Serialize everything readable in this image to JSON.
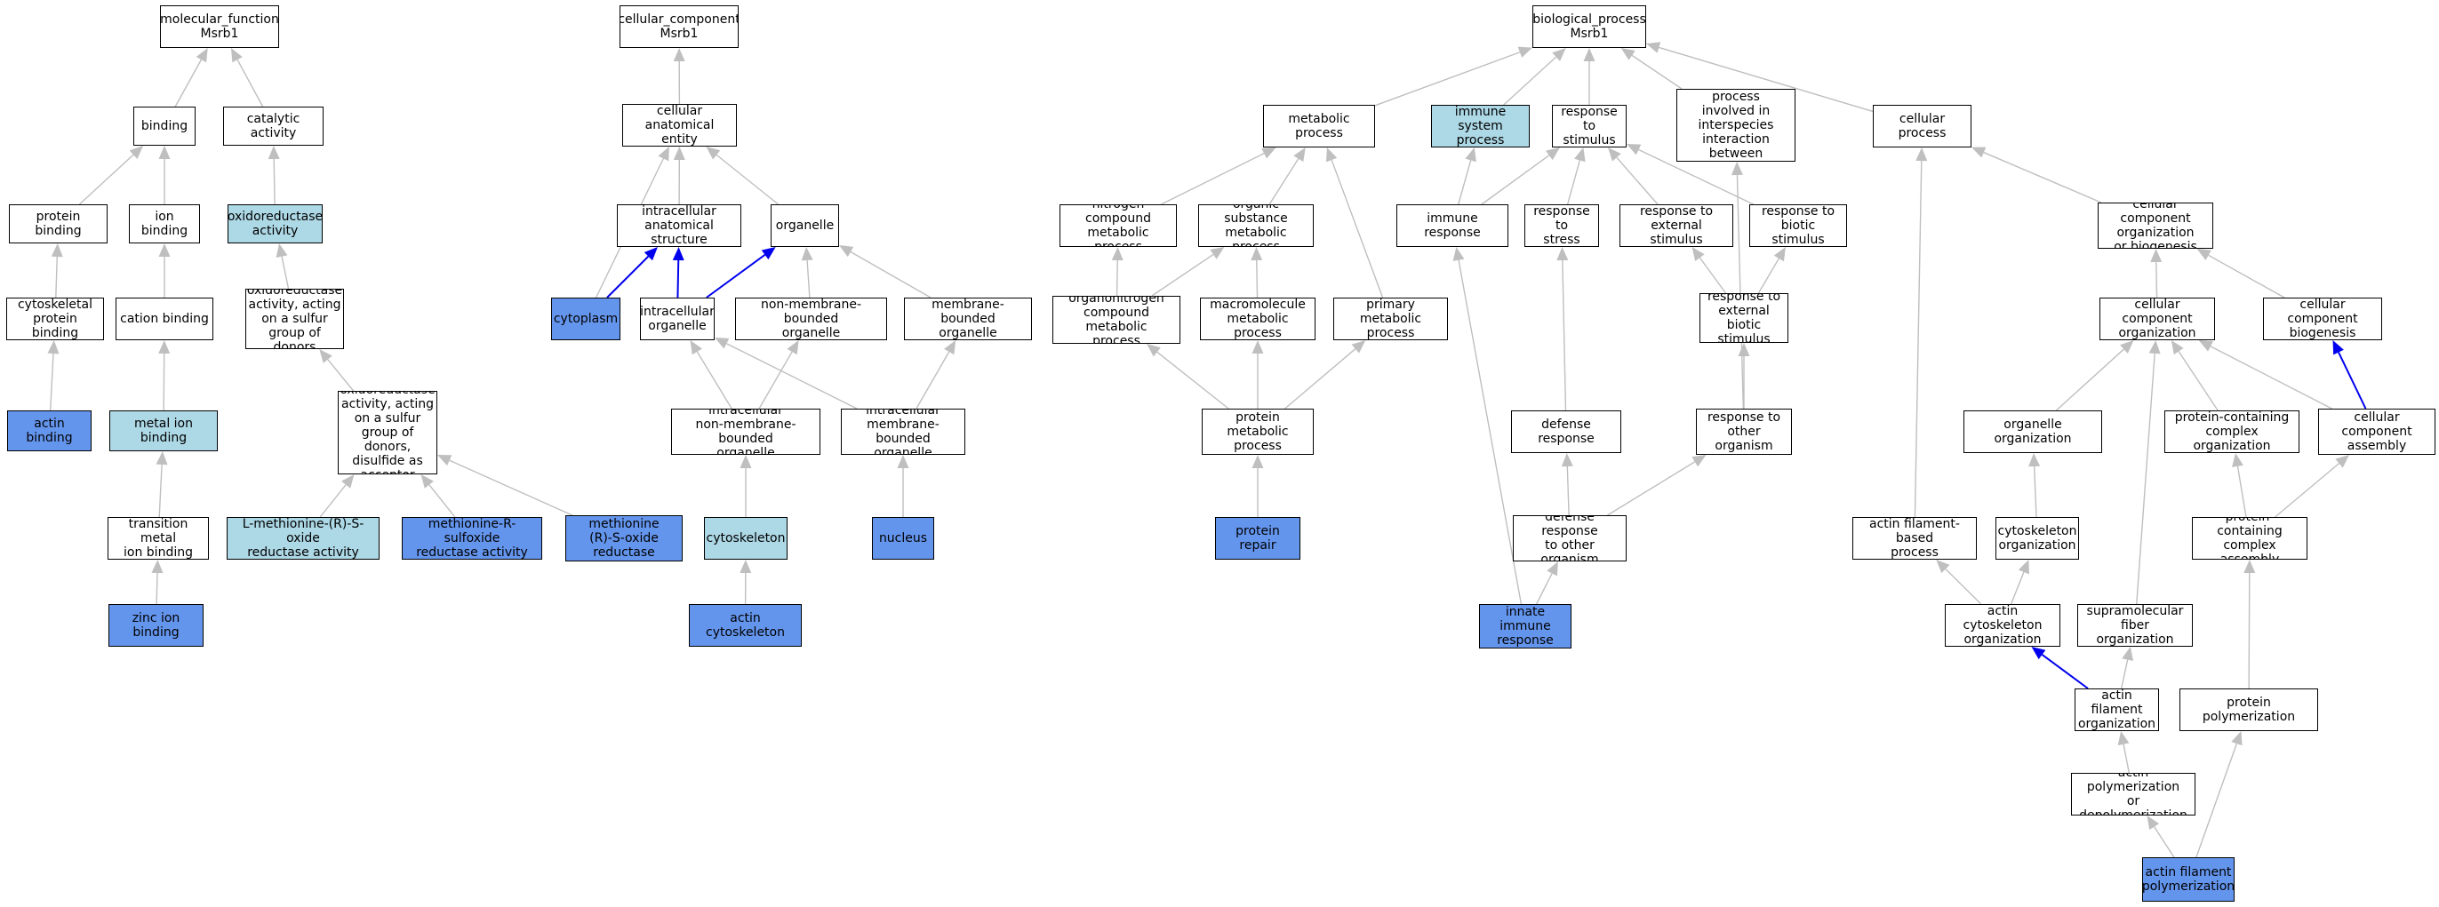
{
  "colors": {
    "white": "#ffffff",
    "light": "#add8e6",
    "blue": "#6495ed",
    "edge_gray": "#bfbfbf",
    "edge_blue": "#0000ee"
  },
  "nodes": {
    "mf_root": {
      "label": "molecular_function\nMsrb1",
      "fill": "white"
    },
    "binding": {
      "label": "binding",
      "fill": "white"
    },
    "catalytic": {
      "label": "catalytic activity",
      "fill": "white"
    },
    "protein_binding": {
      "label": "protein binding",
      "fill": "white"
    },
    "ion_binding": {
      "label": "ion binding",
      "fill": "white"
    },
    "oxidoreductase": {
      "label": "oxidoreductase\nactivity",
      "fill": "light"
    },
    "cytoskeletal_pb": {
      "label": "cytoskeletal\nprotein binding",
      "fill": "white"
    },
    "cation_binding": {
      "label": "cation binding",
      "fill": "white"
    },
    "oxido_sulfur": {
      "label": "oxidoreductase\nactivity, acting\non a sulfur\ngroup of donors",
      "fill": "white"
    },
    "actin_binding": {
      "label": "actin binding",
      "fill": "blue"
    },
    "metal_ion": {
      "label": "metal ion binding",
      "fill": "light"
    },
    "oxido_disulfide": {
      "label": "oxidoreductase\nactivity, acting\non a sulfur\ngroup of donors,\ndisulfide as\nacceptor",
      "fill": "white"
    },
    "transition_metal": {
      "label": "transition metal\nion binding",
      "fill": "white"
    },
    "lmet": {
      "label": "L-methionine-(R)-S-oxide\nreductase activity",
      "fill": "light"
    },
    "metR": {
      "label": "methionine-R-sulfoxide\nreductase activity",
      "fill": "blue"
    },
    "peptide_met": {
      "label": "peptide-methionine\n(R)-S-oxide\nreductase activity",
      "fill": "blue"
    },
    "zinc": {
      "label": "zinc ion binding",
      "fill": "blue"
    },
    "cc_root": {
      "label": "cellular_component\nMsrb1",
      "fill": "white"
    },
    "cae": {
      "label": "cellular anatomical\nentity",
      "fill": "white"
    },
    "ias": {
      "label": "intracellular\nanatomical structure",
      "fill": "white"
    },
    "organelle": {
      "label": "organelle",
      "fill": "white"
    },
    "cytoplasm": {
      "label": "cytoplasm",
      "fill": "blue"
    },
    "intra_org": {
      "label": "intracellular\norganelle",
      "fill": "white"
    },
    "nmbo": {
      "label": "non-membrane-bounded\norganelle",
      "fill": "white"
    },
    "mbo": {
      "label": "membrane-bounded\norganelle",
      "fill": "white"
    },
    "inmbo": {
      "label": "intracellular\nnon-membrane-bounded\norganelle",
      "fill": "white"
    },
    "imbo": {
      "label": "intracellular\nmembrane-bounded\norganelle",
      "fill": "white"
    },
    "cytoskeleton": {
      "label": "cytoskeleton",
      "fill": "light"
    },
    "nucleus": {
      "label": "nucleus",
      "fill": "blue"
    },
    "actin_cytoskeleton": {
      "label": "actin cytoskeleton",
      "fill": "blue"
    },
    "bp_root": {
      "label": "biological_process\nMsrb1",
      "fill": "white"
    },
    "metabolic": {
      "label": "metabolic process",
      "fill": "white"
    },
    "immune_sys": {
      "label": "immune system\nprocess",
      "fill": "light"
    },
    "resp_stim": {
      "label": "response to\nstimulus",
      "fill": "white"
    },
    "interspecies": {
      "label": "biological process\ninvolved in\ninterspecies\ninteraction\nbetween organisms",
      "fill": "white"
    },
    "cellular_proc": {
      "label": "cellular process",
      "fill": "white"
    },
    "nitrogen": {
      "label": "nitrogen compound\nmetabolic process",
      "fill": "white"
    },
    "organic": {
      "label": "organic substance\nmetabolic process",
      "fill": "white"
    },
    "immune_resp": {
      "label": "immune response",
      "fill": "white"
    },
    "resp_stress": {
      "label": "response to\nstress",
      "fill": "white"
    },
    "resp_ext": {
      "label": "response to\nexternal stimulus",
      "fill": "white"
    },
    "resp_biotic": {
      "label": "response to\nbiotic stimulus",
      "fill": "white"
    },
    "ccob": {
      "label": "cellular component\norganization\nor biogenesis",
      "fill": "white"
    },
    "organonitrogen": {
      "label": "organonitrogen\ncompound metabolic\nprocess",
      "fill": "white"
    },
    "macromolecule": {
      "label": "macromolecule\nmetabolic process",
      "fill": "white"
    },
    "primary": {
      "label": "primary metabolic\nprocess",
      "fill": "white"
    },
    "resp_ext_biotic": {
      "label": "response to\nexternal biotic\nstimulus",
      "fill": "white"
    },
    "cc_org": {
      "label": "cellular component\norganization",
      "fill": "white"
    },
    "cc_biogen": {
      "label": "cellular component\nbiogenesis",
      "fill": "white"
    },
    "protein_met": {
      "label": "protein metabolic\nprocess",
      "fill": "white"
    },
    "defense": {
      "label": "defense response",
      "fill": "white"
    },
    "resp_other": {
      "label": "response to\nother organism",
      "fill": "white"
    },
    "organelle_org": {
      "label": "organelle organization",
      "fill": "white"
    },
    "pcco": {
      "label": "protein-containing\ncomplex organization",
      "fill": "white"
    },
    "cca": {
      "label": "cellular component\nassembly",
      "fill": "white"
    },
    "protein_repair": {
      "label": "protein repair",
      "fill": "blue"
    },
    "defense_other": {
      "label": "defense response\nto other organism",
      "fill": "white"
    },
    "actin_fbp": {
      "label": "actin filament-based\nprocess",
      "fill": "white"
    },
    "cytoskeleton_org": {
      "label": "cytoskeleton\norganization",
      "fill": "white"
    },
    "pcca": {
      "label": "protein-containing\ncomplex assembly",
      "fill": "white"
    },
    "innate": {
      "label": "innate immune\nresponse",
      "fill": "blue"
    },
    "actin_cyto_org": {
      "label": "actin cytoskeleton\norganization",
      "fill": "white"
    },
    "supramolecular": {
      "label": "supramolecular\nfiber organization",
      "fill": "white"
    },
    "actin_fil_org": {
      "label": "actin filament\norganization",
      "fill": "white"
    },
    "protein_poly": {
      "label": "protein polymerization",
      "fill": "white"
    },
    "actin_poly_depoly": {
      "label": "actin polymerization\nor depolymerization",
      "fill": "white"
    },
    "actin_fil_poly": {
      "label": "actin filament\npolymerization",
      "fill": "blue"
    }
  },
  "edges": [
    [
      "binding",
      "mf_root",
      "gray"
    ],
    [
      "catalytic",
      "mf_root",
      "gray"
    ],
    [
      "protein_binding",
      "binding",
      "gray"
    ],
    [
      "ion_binding",
      "binding",
      "gray"
    ],
    [
      "oxidoreductase",
      "catalytic",
      "gray"
    ],
    [
      "cytoskeletal_pb",
      "protein_binding",
      "gray"
    ],
    [
      "cation_binding",
      "ion_binding",
      "gray"
    ],
    [
      "oxido_sulfur",
      "oxidoreductase",
      "gray"
    ],
    [
      "actin_binding",
      "cytoskeletal_pb",
      "gray"
    ],
    [
      "metal_ion",
      "cation_binding",
      "gray"
    ],
    [
      "oxido_disulfide",
      "oxido_sulfur",
      "gray"
    ],
    [
      "transition_metal",
      "metal_ion",
      "gray"
    ],
    [
      "lmet",
      "oxido_disulfide",
      "gray"
    ],
    [
      "metR",
      "oxido_disulfide",
      "gray"
    ],
    [
      "peptide_met",
      "oxido_disulfide",
      "gray"
    ],
    [
      "zinc",
      "transition_metal",
      "gray"
    ],
    [
      "cae",
      "cc_root",
      "gray"
    ],
    [
      "ias",
      "cae",
      "gray"
    ],
    [
      "organelle",
      "cae",
      "gray"
    ],
    [
      "cytoplasm",
      "cae",
      "gray"
    ],
    [
      "cytoplasm",
      "ias",
      "blue"
    ],
    [
      "intra_org",
      "ias",
      "blue"
    ],
    [
      "intra_org",
      "organelle",
      "blue"
    ],
    [
      "nmbo",
      "organelle",
      "gray"
    ],
    [
      "mbo",
      "organelle",
      "gray"
    ],
    [
      "inmbo",
      "intra_org",
      "gray"
    ],
    [
      "inmbo",
      "nmbo",
      "gray"
    ],
    [
      "imbo",
      "intra_org",
      "gray"
    ],
    [
      "imbo",
      "mbo",
      "gray"
    ],
    [
      "cytoskeleton",
      "inmbo",
      "gray"
    ],
    [
      "nucleus",
      "imbo",
      "gray"
    ],
    [
      "actin_cytoskeleton",
      "cytoskeleton",
      "gray"
    ],
    [
      "metabolic",
      "bp_root",
      "gray"
    ],
    [
      "immune_sys",
      "bp_root",
      "gray"
    ],
    [
      "resp_stim",
      "bp_root",
      "gray"
    ],
    [
      "interspecies",
      "bp_root",
      "gray"
    ],
    [
      "cellular_proc",
      "bp_root",
      "gray"
    ],
    [
      "nitrogen",
      "metabolic",
      "gray"
    ],
    [
      "organic",
      "metabolic",
      "gray"
    ],
    [
      "primary",
      "metabolic",
      "gray"
    ],
    [
      "immune_resp",
      "immune_sys",
      "gray"
    ],
    [
      "immune_resp",
      "resp_stim",
      "gray"
    ],
    [
      "resp_stress",
      "resp_stim",
      "gray"
    ],
    [
      "resp_ext",
      "resp_stim",
      "gray"
    ],
    [
      "resp_biotic",
      "resp_stim",
      "gray"
    ],
    [
      "ccob",
      "cellular_proc",
      "gray"
    ],
    [
      "organonitrogen",
      "nitrogen",
      "gray"
    ],
    [
      "organonitrogen",
      "organic",
      "gray"
    ],
    [
      "macromolecule",
      "organic",
      "gray"
    ],
    [
      "resp_ext_biotic",
      "resp_ext",
      "gray"
    ],
    [
      "resp_ext_biotic",
      "resp_biotic",
      "gray"
    ],
    [
      "cc_org",
      "ccob",
      "gray"
    ],
    [
      "cc_biogen",
      "ccob",
      "gray"
    ],
    [
      "protein_met",
      "organonitrogen",
      "gray"
    ],
    [
      "protein_met",
      "macromolecule",
      "gray"
    ],
    [
      "protein_met",
      "primary",
      "gray"
    ],
    [
      "defense",
      "resp_stress",
      "gray"
    ],
    [
      "resp_other",
      "resp_ext_biotic",
      "gray"
    ],
    [
      "resp_other",
      "interspecies",
      "gray"
    ],
    [
      "organelle_org",
      "cc_org",
      "gray"
    ],
    [
      "pcco",
      "cc_org",
      "gray"
    ],
    [
      "cca",
      "cc_org",
      "gray"
    ],
    [
      "cca",
      "cc_biogen",
      "blue"
    ],
    [
      "protein_repair",
      "protein_met",
      "gray"
    ],
    [
      "defense_other",
      "defense",
      "gray"
    ],
    [
      "defense_other",
      "resp_other",
      "gray"
    ],
    [
      "actin_fbp",
      "cellular_proc",
      "gray"
    ],
    [
      "cytoskeleton_org",
      "organelle_org",
      "gray"
    ],
    [
      "pcca",
      "pcco",
      "gray"
    ],
    [
      "pcca",
      "cca",
      "gray"
    ],
    [
      "innate",
      "immune_resp",
      "gray"
    ],
    [
      "innate",
      "defense_other",
      "gray"
    ],
    [
      "actin_cyto_org",
      "actin_fbp",
      "gray"
    ],
    [
      "actin_cyto_org",
      "cytoskeleton_org",
      "gray"
    ],
    [
      "supramolecular",
      "cc_org",
      "gray"
    ],
    [
      "actin_fil_org",
      "actin_cyto_org",
      "blue"
    ],
    [
      "actin_fil_org",
      "supramolecular",
      "gray"
    ],
    [
      "protein_poly",
      "pcca",
      "gray"
    ],
    [
      "actin_poly_depoly",
      "actin_fil_org",
      "gray"
    ],
    [
      "actin_fil_poly",
      "actin_poly_depoly",
      "gray"
    ],
    [
      "actin_fil_poly",
      "protein_poly",
      "gray"
    ]
  ]
}
